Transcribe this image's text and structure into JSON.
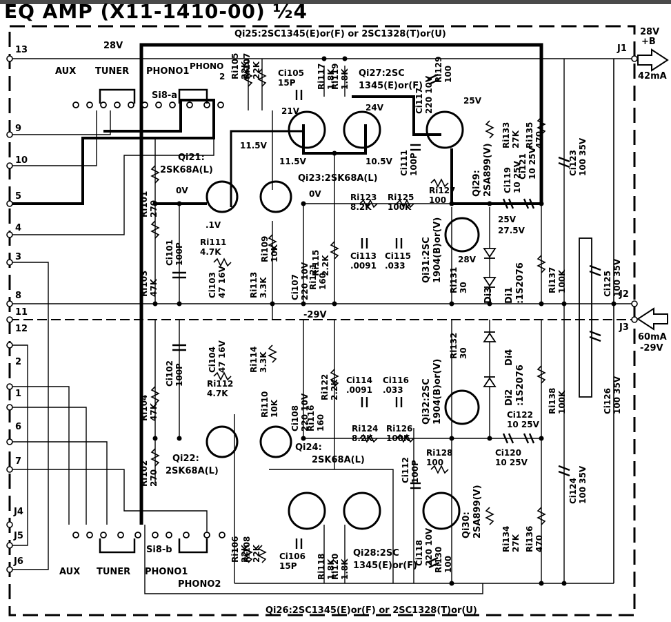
{
  "title": "EQ AMP (X11-1410-00) ½4",
  "banner_top": "Qi25:2SC1345(E)or(F) or 2SC1328(T)or(U)",
  "banner_bottom": "Qi26:2SC1345(E)or(F) or 2SC1328(T)or(U)",
  "supplies": {
    "plus_v": "28V",
    "plus_b": "+B",
    "plus_ma": "42mA",
    "minus_v": "-29V",
    "minus_ma": "60mA",
    "rail_28": "28V",
    "rail_neg": "-29V"
  },
  "jacks": [
    "J1",
    "J2",
    "J3",
    "J4",
    "J5",
    "J6"
  ],
  "pins": [
    "13",
    "9",
    "10",
    "5",
    "4",
    "3",
    "8",
    "11",
    "12",
    "2",
    "1",
    "6",
    "7"
  ],
  "switch_top": {
    "ref": "Si8-a",
    "labels": [
      "AUX",
      "TUNER",
      "PHONO1",
      "PHONO",
      "2"
    ]
  },
  "switch_bottom": {
    "ref": "Si8-b",
    "labels": [
      "AUX",
      "TUNER",
      "PHONO1",
      "PHONO2"
    ]
  },
  "transistors": [
    {
      "ref": "Qi21:",
      "part": "2SK68A(L)"
    },
    {
      "ref": "Qi23:",
      "part": "2SK68A(L)"
    },
    {
      "ref": "Qi27:2SC",
      "part": "1345(E)or(F)"
    },
    {
      "ref": "Qi29:",
      "part": "2SA899(V)"
    },
    {
      "ref": "Qi31:2SC",
      "part": "1904(B)or(V)"
    },
    {
      "ref": "Qi22:",
      "part": "2SK68A(L)"
    },
    {
      "ref": "Qi24:",
      "part": "2SK68A(L)"
    },
    {
      "ref": "Qi28:2SC",
      "part": "1345(E)or(F)"
    },
    {
      "ref": "Qi30:",
      "part": "2SA899(V)"
    },
    {
      "ref": "Qi32:2SC",
      "part": "1904(B)or(V)"
    }
  ],
  "diodes": [
    {
      "ref": "Di1",
      "part": ":1S2076"
    },
    {
      "ref": "Di3",
      "part": ""
    },
    {
      "ref": "Di2",
      "part": ":1S2076"
    },
    {
      "ref": "Di4",
      "part": ""
    }
  ],
  "components": [
    {
      "ref": "Ri105",
      "value": "22K"
    },
    {
      "ref": "Ri107",
      "value": "22K"
    },
    {
      "ref": "Ci105",
      "value": "15P"
    },
    {
      "ref": "Ri117",
      "value": "1.8K"
    },
    {
      "ref": "Ri119",
      "value": "1.8K"
    },
    {
      "ref": "Ci117",
      "value": "220 10V"
    },
    {
      "ref": "Ri129",
      "value": "100"
    },
    {
      "ref": "Ri133",
      "value": "27K"
    },
    {
      "ref": "Ri135",
      "value": "470"
    },
    {
      "ref": "Ci123",
      "value": "100 35V"
    },
    {
      "ref": "Ci111",
      "value": "100P"
    },
    {
      "ref": "Ri127",
      "value": "100"
    },
    {
      "ref": "Ci121",
      "value": "10 25V"
    },
    {
      "ref": "Ci119",
      "value": "10 25V"
    },
    {
      "ref": "Ri101",
      "value": "270"
    },
    {
      "ref": "Ri123",
      "value": "8.2K"
    },
    {
      "ref": "Ri125",
      "value": "100K"
    },
    {
      "ref": "Ci113",
      "value": ".0091"
    },
    {
      "ref": "Ci115",
      "value": ".033"
    },
    {
      "ref": "Ri115",
      "value": "2.2K"
    },
    {
      "ref": "Ci107",
      "value": "220 10V"
    },
    {
      "ref": "Ri121",
      "value": "160"
    },
    {
      "ref": "Ri109",
      "value": "10K"
    },
    {
      "ref": "Ri111",
      "value": "4.7K"
    },
    {
      "ref": "Ci101",
      "value": "100P"
    },
    {
      "ref": "Ri103",
      "value": "47K"
    },
    {
      "ref": "Ci103",
      "value": "47 16V"
    },
    {
      "ref": "Ri113",
      "value": "3.3K"
    },
    {
      "ref": "Ri131",
      "value": "30"
    },
    {
      "ref": "Ri137",
      "value": "100K"
    },
    {
      "ref": "Ci125",
      "value": "100 35V"
    },
    {
      "ref": "Ci104",
      "value": "47 16V"
    },
    {
      "ref": "Ri114",
      "value": "3.3K"
    },
    {
      "ref": "Ci108",
      "value": "220 10V"
    },
    {
      "ref": "Ri122",
      "value": "2.2K"
    },
    {
      "ref": "Ri116",
      "value": "160"
    },
    {
      "ref": "Ri110",
      "value": "10K"
    },
    {
      "ref": "Ri112",
      "value": "4.7K"
    },
    {
      "ref": "Ci102",
      "value": "100P"
    },
    {
      "ref": "Ri104",
      "value": "47K"
    },
    {
      "ref": "Ri102",
      "value": "270"
    },
    {
      "ref": "Ci114",
      "value": ".0091"
    },
    {
      "ref": "Ci116",
      "value": ".033"
    },
    {
      "ref": "Ri124",
      "value": "8.2K"
    },
    {
      "ref": "Ri126",
      "value": "100K"
    },
    {
      "ref": "Ri132",
      "value": "30"
    },
    {
      "ref": "Ri138",
      "value": "100K"
    },
    {
      "ref": "Ci126",
      "value": "100 35V"
    },
    {
      "ref": "Ci122",
      "value": "10 25V"
    },
    {
      "ref": "Ci120",
      "value": "10 25V"
    },
    {
      "ref": "Ri128",
      "value": "100"
    },
    {
      "ref": "Ci112",
      "value": "100P"
    },
    {
      "ref": "Ri134",
      "value": "27K"
    },
    {
      "ref": "Ri136",
      "value": "470"
    },
    {
      "ref": "Ci124",
      "value": "100 35V"
    },
    {
      "ref": "Ri106",
      "value": "22K"
    },
    {
      "ref": "Ri108",
      "value": "22K"
    },
    {
      "ref": "Ci106",
      "value": "15P"
    },
    {
      "ref": "Ri118",
      "value": "1.8K"
    },
    {
      "ref": "Ri120",
      "value": "1.8K"
    },
    {
      "ref": "Ci118",
      "value": "220 10V"
    },
    {
      "ref": "Ri130",
      "value": "100"
    }
  ],
  "voltages": {
    "v_21": "21V",
    "v_24": "24V",
    "v_25": "25V",
    "v_11_5a": "11.5V",
    "v_11_5b": "11.5V",
    "v_10_5": "10.5V",
    "v_0a": "0V",
    "v_0b": "0V",
    "v_1": ".1V",
    "v_25b": "25V",
    "v_27_5": "27.5V",
    "v_28": "28V"
  }
}
